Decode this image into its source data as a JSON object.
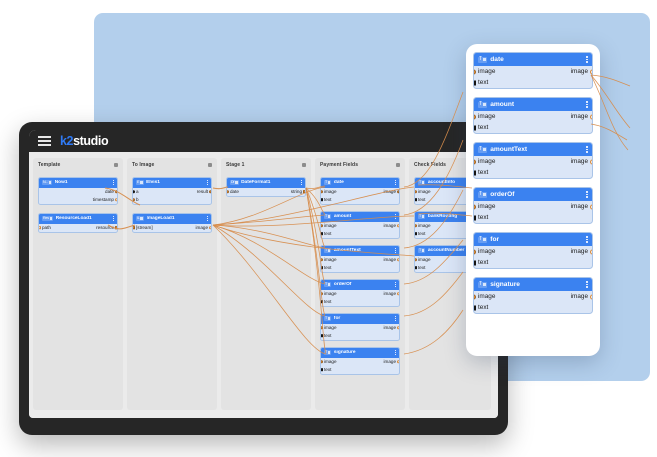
{
  "app": {
    "logo_k2": "k2",
    "logo_studio": "studio",
    "menu_icon": "hamburger-icon"
  },
  "panels": [
    {
      "title": "Template",
      "nodes": [
        {
          "title": "Now1",
          "icon_label": "N...",
          "rows": [
            {
              "left": "",
              "right": "date"
            },
            {
              "left": "",
              "right": "timestamp"
            }
          ]
        },
        {
          "title": "ResourceLoad1",
          "icon_label": "Res",
          "rows": [
            {
              "left": "path",
              "right": "resource"
            }
          ]
        }
      ]
    },
    {
      "title": "To Image",
      "nodes": [
        {
          "title": "Elvis1",
          "icon_label": "E",
          "rows": [
            {
              "left": "a",
              "right": "result"
            },
            {
              "left": "b",
              "right": ""
            }
          ]
        },
        {
          "title": "ImageLoad1",
          "icon_label": "IL",
          "rows": [
            {
              "left": "[stream]",
              "right": "image"
            }
          ]
        }
      ]
    },
    {
      "title": "Stage 1",
      "nodes": [
        {
          "title": "DateFormat1",
          "icon_label": "Df",
          "rows": [
            {
              "left": "date",
              "right": "string"
            }
          ]
        }
      ]
    },
    {
      "title": "Payment Fields",
      "nodes": [
        {
          "title": "date",
          "icon_label": "T",
          "rows": [
            {
              "left": "image",
              "right": "image"
            },
            {
              "left": "text",
              "right": ""
            }
          ]
        },
        {
          "title": "amount",
          "icon_label": "T",
          "rows": [
            {
              "left": "image",
              "right": "image"
            },
            {
              "left": "text",
              "right": ""
            }
          ]
        },
        {
          "title": "amountText",
          "icon_label": "T",
          "rows": [
            {
              "left": "image",
              "right": "image"
            },
            {
              "left": "text",
              "right": ""
            }
          ]
        },
        {
          "title": "orderOf",
          "icon_label": "T",
          "rows": [
            {
              "left": "image",
              "right": "image"
            },
            {
              "left": "text",
              "right": ""
            }
          ]
        },
        {
          "title": "for",
          "icon_label": "T",
          "rows": [
            {
              "left": "image",
              "right": "image"
            },
            {
              "left": "text",
              "right": ""
            }
          ]
        },
        {
          "title": "signature",
          "icon_label": "T",
          "rows": [
            {
              "left": "image",
              "right": "image"
            },
            {
              "left": "text",
              "right": ""
            }
          ]
        }
      ]
    },
    {
      "title": "Check Fields",
      "nodes": [
        {
          "title": "accountInfo",
          "icon_label": "T",
          "rows": [
            {
              "left": "image",
              "right": ""
            },
            {
              "left": "text",
              "right": ""
            }
          ]
        },
        {
          "title": "bankRouting",
          "icon_label": "T",
          "rows": [
            {
              "left": "image",
              "right": ""
            },
            {
              "left": "text",
              "right": ""
            }
          ]
        },
        {
          "title": "accountNumber",
          "icon_label": "T",
          "rows": [
            {
              "left": "image",
              "right": ""
            },
            {
              "left": "text",
              "right": ""
            }
          ]
        }
      ]
    }
  ],
  "popup": {
    "nodes": [
      {
        "title": "date",
        "icon_label": "T",
        "rows": [
          {
            "left": "image",
            "right": "image"
          },
          {
            "left": "text",
            "right": ""
          }
        ]
      },
      {
        "title": "amount",
        "icon_label": "T",
        "rows": [
          {
            "left": "image",
            "right": "image"
          },
          {
            "left": "text",
            "right": ""
          }
        ]
      },
      {
        "title": "amountText",
        "icon_label": "T",
        "rows": [
          {
            "left": "image",
            "right": "image"
          },
          {
            "left": "text",
            "right": ""
          }
        ]
      },
      {
        "title": "orderOf",
        "icon_label": "T",
        "rows": [
          {
            "left": "image",
            "right": "image"
          },
          {
            "left": "text",
            "right": ""
          }
        ]
      },
      {
        "title": "for",
        "icon_label": "T",
        "rows": [
          {
            "left": "image",
            "right": "image"
          },
          {
            "left": "text",
            "right": ""
          }
        ]
      },
      {
        "title": "signature",
        "icon_label": "T",
        "rows": [
          {
            "left": "image",
            "right": "image"
          },
          {
            "left": "text",
            "right": ""
          }
        ]
      }
    ]
  },
  "colors": {
    "node_header": "#3b82f0",
    "node_body": "#dbe6f7",
    "wire": "#d78c4b",
    "backdrop": "#b3cfec",
    "device_frame": "#262626",
    "canvas": "#ebebeb",
    "panel": "#e3e3e3",
    "brand_blue": "#2f7af5"
  }
}
